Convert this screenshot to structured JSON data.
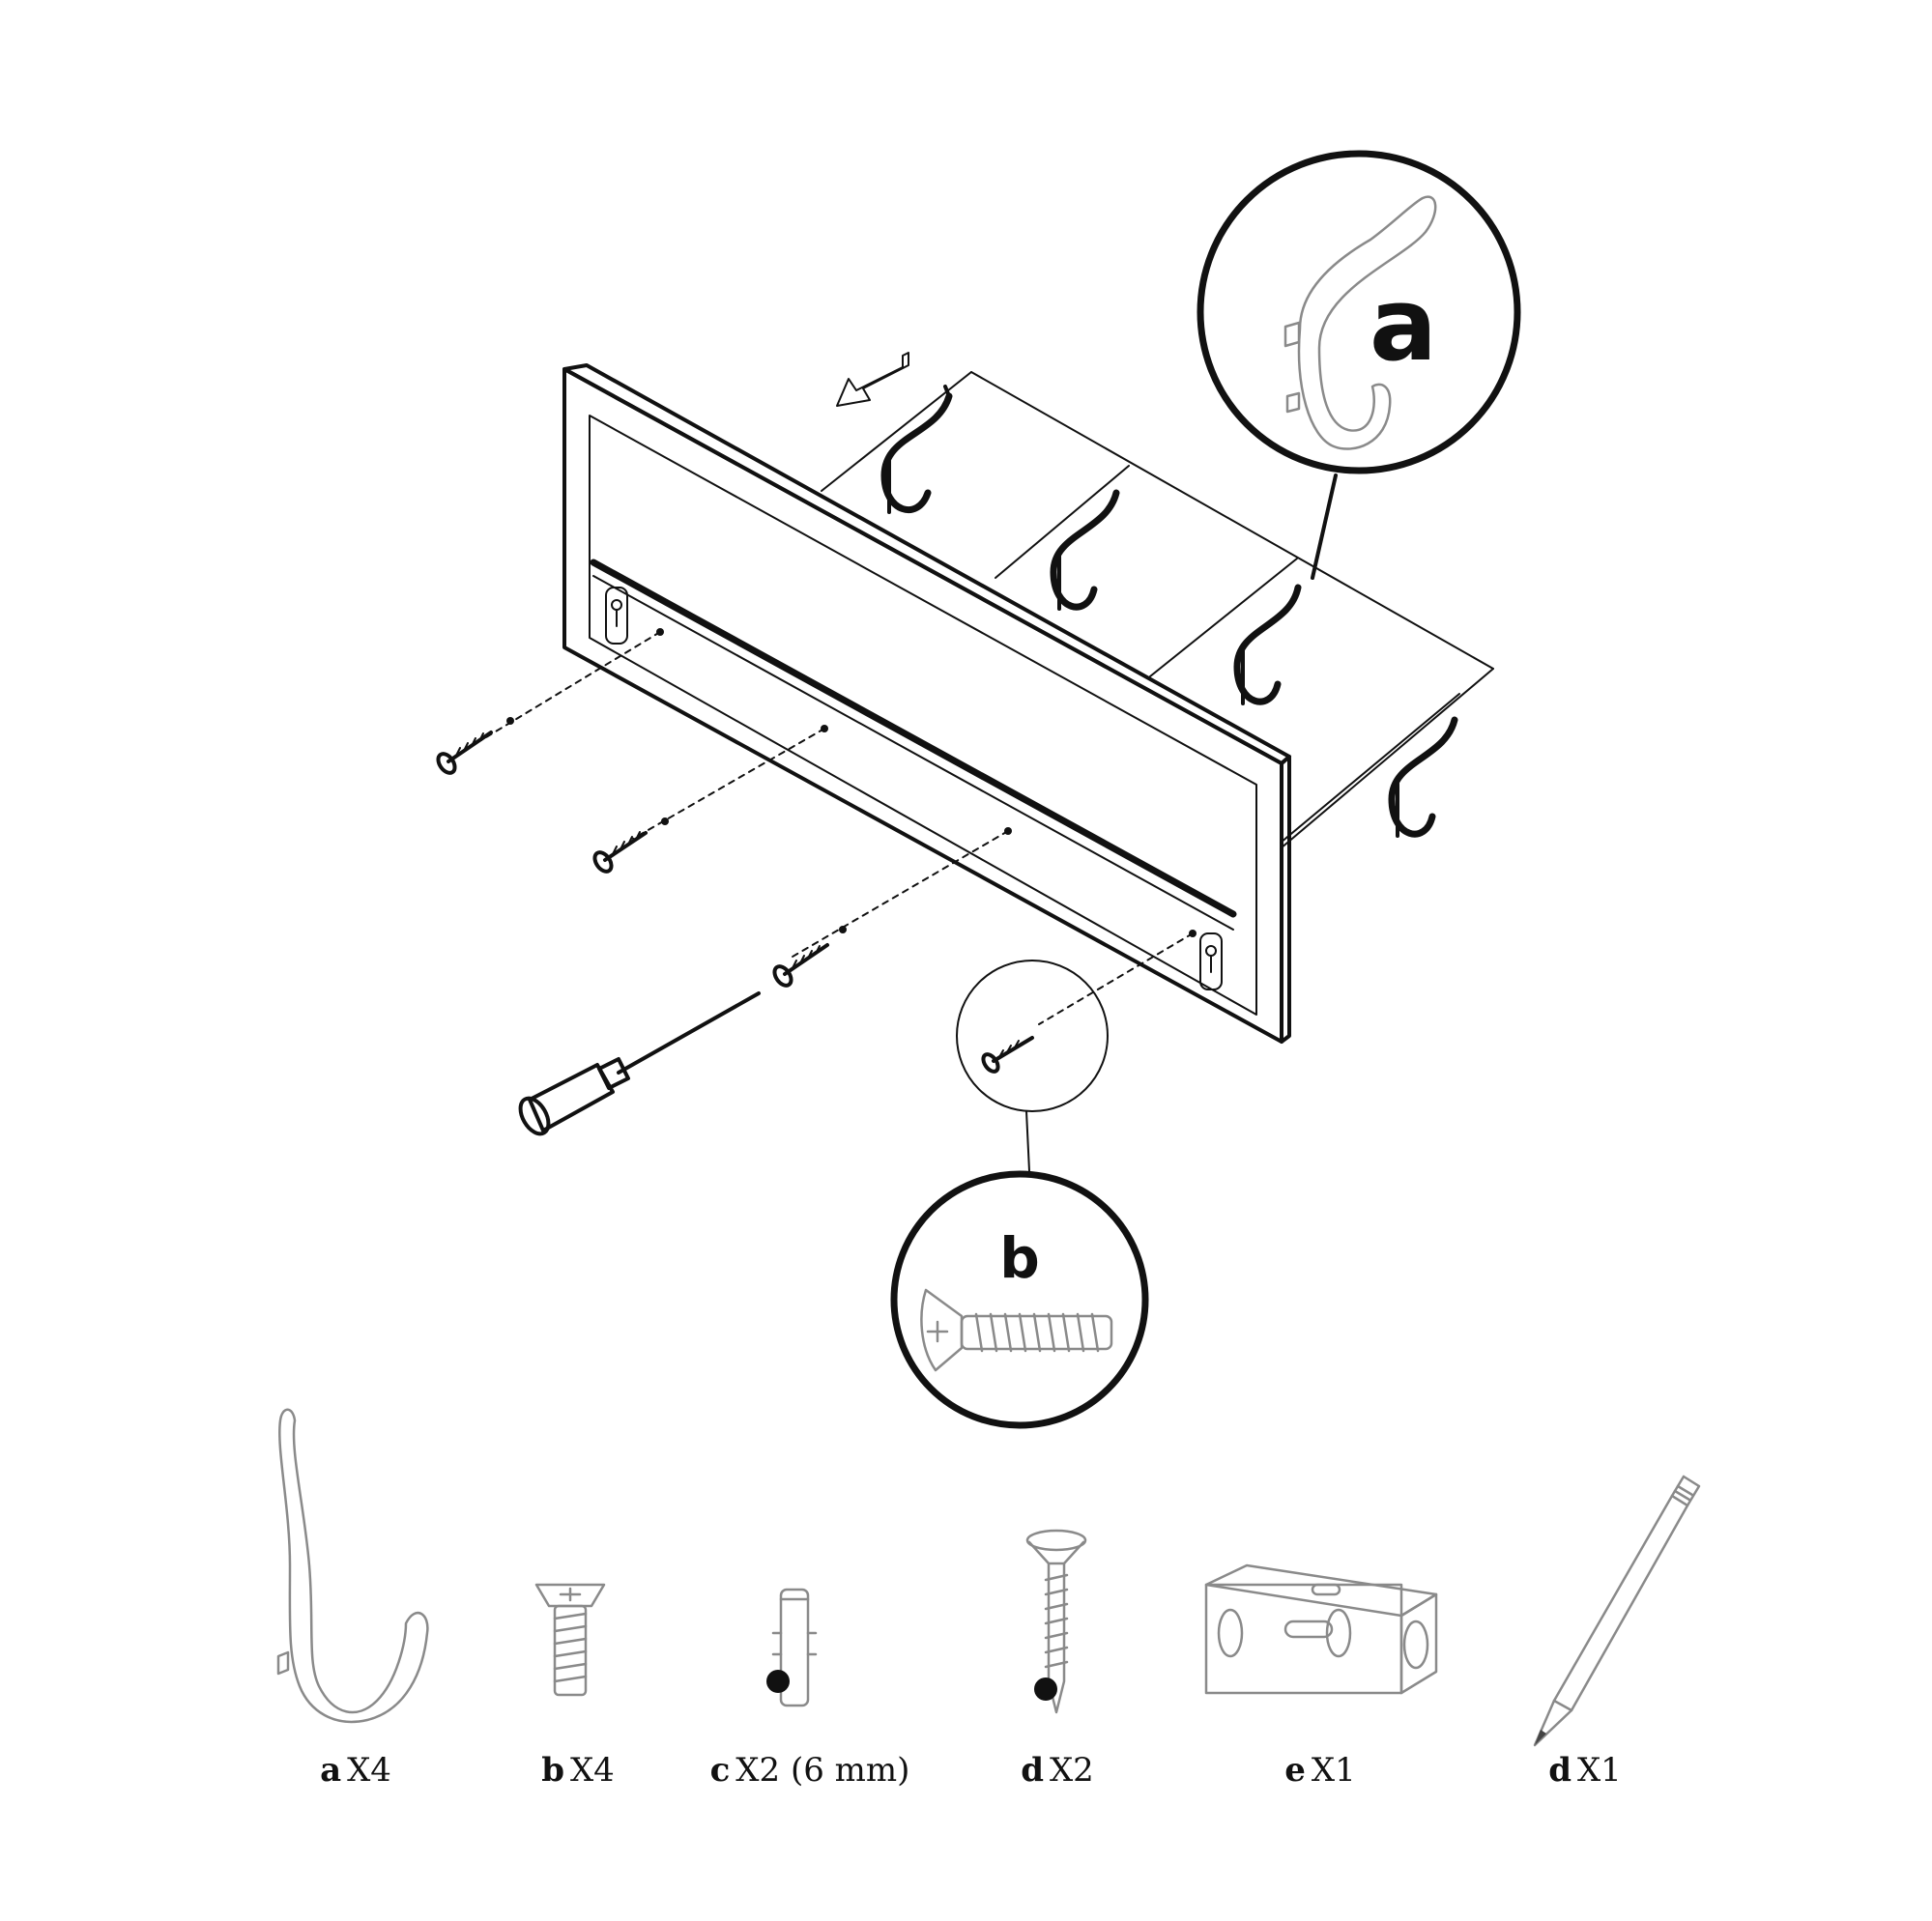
{
  "callouts": {
    "hook_letter": "a",
    "screw_letter": "b"
  },
  "parts": [
    {
      "letter": "a",
      "qty": "X4",
      "icon": "double-hook-icon"
    },
    {
      "letter": "b",
      "qty": "X4",
      "icon": "machine-screw-icon"
    },
    {
      "letter": "c",
      "qty": "X2 (6 mm)",
      "icon": "wall-plug-icon"
    },
    {
      "letter": "d",
      "qty": "X2",
      "icon": "wood-screw-icon"
    },
    {
      "letter": "e",
      "qty": "X1",
      "icon": "spirit-level-icon"
    },
    {
      "letter": "d",
      "qty": "X1",
      "icon": "pencil-icon"
    }
  ]
}
